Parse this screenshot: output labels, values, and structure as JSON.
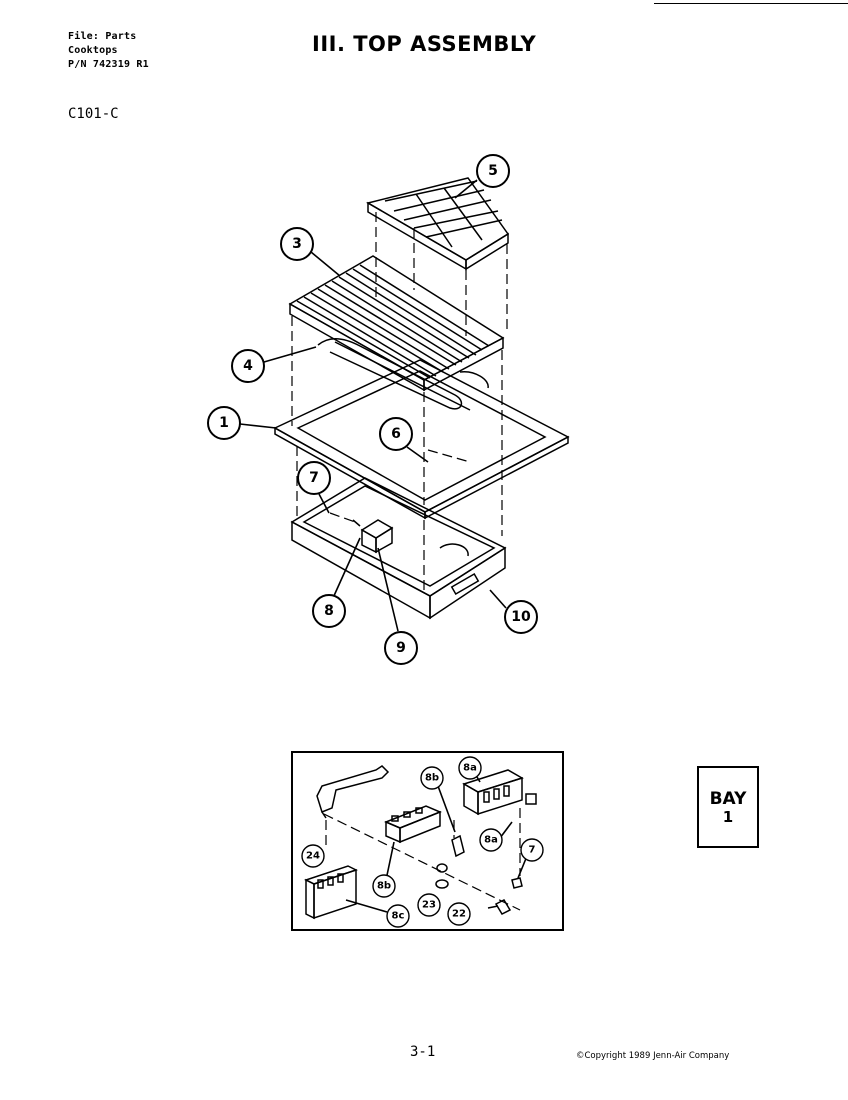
{
  "header": {
    "file_line": "File: Parts",
    "category": "Cooktops",
    "part_number": "P/N 742319 R1",
    "title": "III. TOP ASSEMBLY",
    "model": "C101-C"
  },
  "main_diagram": {
    "callouts": [
      "5",
      "3",
      "4",
      "1",
      "6",
      "7",
      "8",
      "9",
      "10"
    ]
  },
  "detail_diagram": {
    "callouts": [
      "8a",
      "8b",
      "8a",
      "24",
      "8b",
      "7",
      "23",
      "22",
      "8c"
    ]
  },
  "bay": {
    "line1": "BAY",
    "line2": "1"
  },
  "footer": {
    "page": "3-1",
    "copyright": "©Copyright 1989 Jenn-Air Company"
  }
}
